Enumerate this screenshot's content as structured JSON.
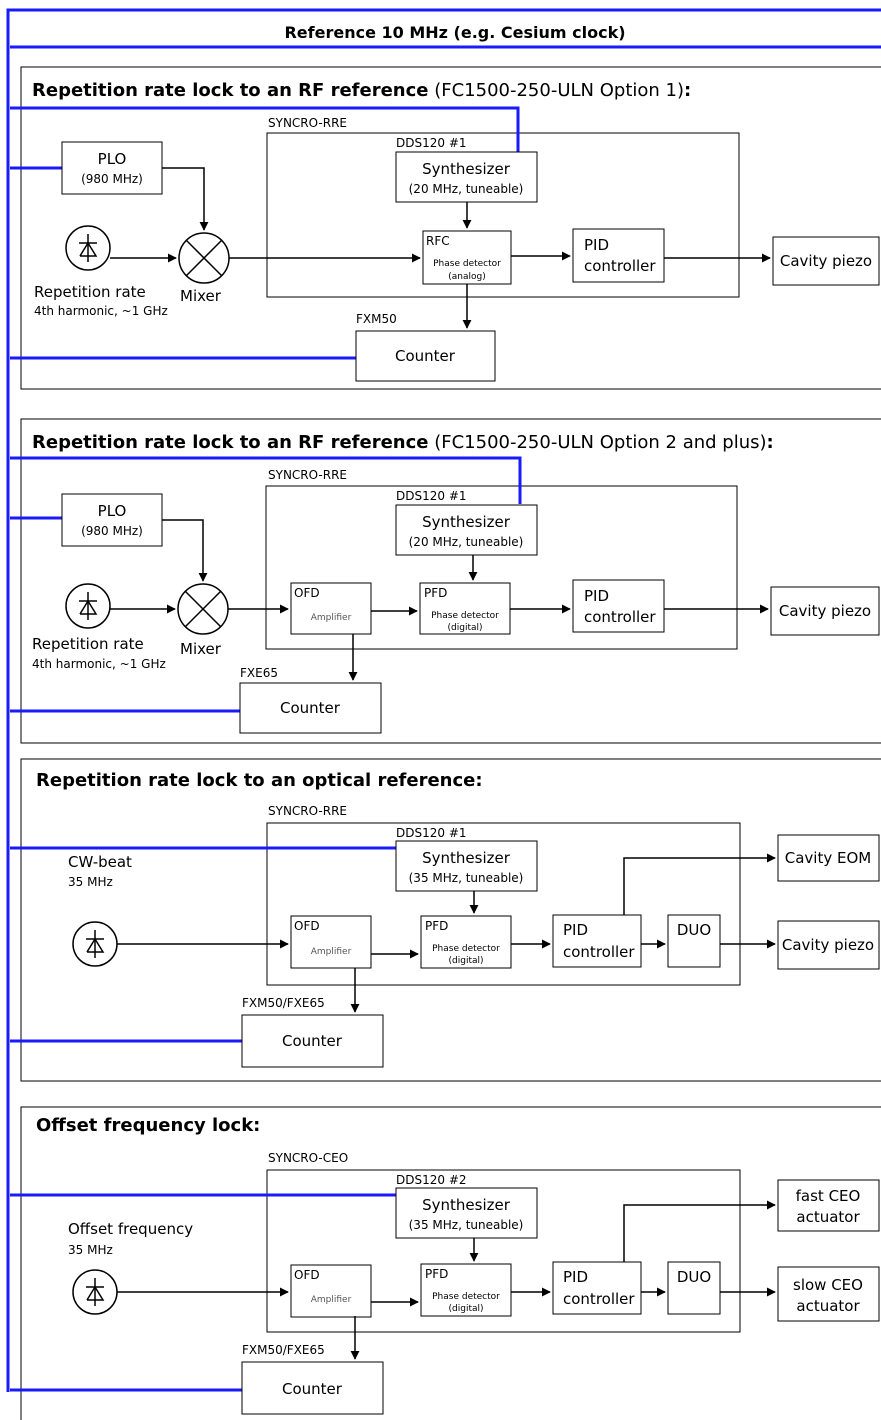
{
  "header": {
    "title": "Reference 10 MHz (e.g. Cesium clock)"
  },
  "sections": [
    {
      "title_bold": "Repetition rate lock to an RF reference",
      "title_normal": "(FC1500-250-ULN Option 1)",
      "title_colon": ":",
      "unit": "SYNCRO-RRE",
      "dds": "DDS120 #1",
      "plo": {
        "label": "PLO",
        "sub": "(980 MHz)"
      },
      "mixer": "Mixer",
      "detector": {
        "label": "Repetition rate",
        "sub": "4th harmonic, ~1 GHz"
      },
      "synth": {
        "label": "Synthesizer",
        "sub": "(20 MHz, tuneable)"
      },
      "phase": {
        "label": "RFC",
        "line1": "Phase detector",
        "line2": "(analog)"
      },
      "pid": {
        "line1": "PID",
        "line2": "controller"
      },
      "output": "Cavity piezo",
      "counter": {
        "device": "FXM50",
        "label": "Counter"
      }
    },
    {
      "title_bold": "Repetition rate lock to an RF reference",
      "title_normal": "(FC1500-250-ULN Option 2 and plus)",
      "title_colon": ":",
      "unit": "SYNCRO-RRE",
      "dds": "DDS120 #1",
      "plo": {
        "label": "PLO",
        "sub": "(980 MHz)"
      },
      "mixer": "Mixer",
      "detector": {
        "label": "Repetition rate",
        "sub": "4th harmonic, ~1 GHz"
      },
      "ofd": {
        "label": "OFD",
        "sub": "Amplifier"
      },
      "synth": {
        "label": "Synthesizer",
        "sub": "(20 MHz, tuneable)"
      },
      "phase": {
        "label": "PFD",
        "line1": "Phase detector",
        "line2": "(digital)"
      },
      "pid": {
        "line1": "PID",
        "line2": "controller"
      },
      "output": "Cavity piezo",
      "counter": {
        "device": "FXE65",
        "label": "Counter"
      }
    },
    {
      "title_bold": "Repetition rate lock to an optical reference:",
      "unit": "SYNCRO-RRE",
      "dds": "DDS120 #1",
      "detector": {
        "label": "CW-beat",
        "sub": "35 MHz"
      },
      "ofd": {
        "label": "OFD",
        "sub": "Amplifier"
      },
      "synth": {
        "label": "Synthesizer",
        "sub": "(35 MHz, tuneable)"
      },
      "phase": {
        "label": "PFD",
        "line1": "Phase detector",
        "line2": "(digital)"
      },
      "pid": {
        "line1": "PID",
        "line2": "controller"
      },
      "duo": "DUO",
      "output_top": {
        "line1": "Cavity EOM",
        "line2": ""
      },
      "output_bottom": {
        "line1": "Cavity piezo",
        "line2": ""
      },
      "counter": {
        "device": "FXM50/FXE65",
        "label": "Counter"
      }
    },
    {
      "title_bold": "Offset frequency lock:",
      "unit": "SYNCRO-CEO",
      "dds": "DDS120 #2",
      "detector": {
        "label": "Offset frequency",
        "sub": "35 MHz"
      },
      "ofd": {
        "label": "OFD",
        "sub": "Amplifier"
      },
      "synth": {
        "label": "Synthesizer",
        "sub": "(35 MHz, tuneable)"
      },
      "phase": {
        "label": "PFD",
        "line1": "Phase detector",
        "line2": "(digital)"
      },
      "pid": {
        "line1": "PID",
        "line2": "controller"
      },
      "duo": "DUO",
      "output_top": {
        "line1": "fast CEO",
        "line2": "actuator"
      },
      "output_bottom": {
        "line1": "slow CEO",
        "line2": "actuator"
      },
      "counter": {
        "device": "FXM50/FXE65",
        "label": "Counter"
      }
    }
  ],
  "colors": {
    "reference_line": "#1a1aff",
    "stroke": "#000000"
  }
}
